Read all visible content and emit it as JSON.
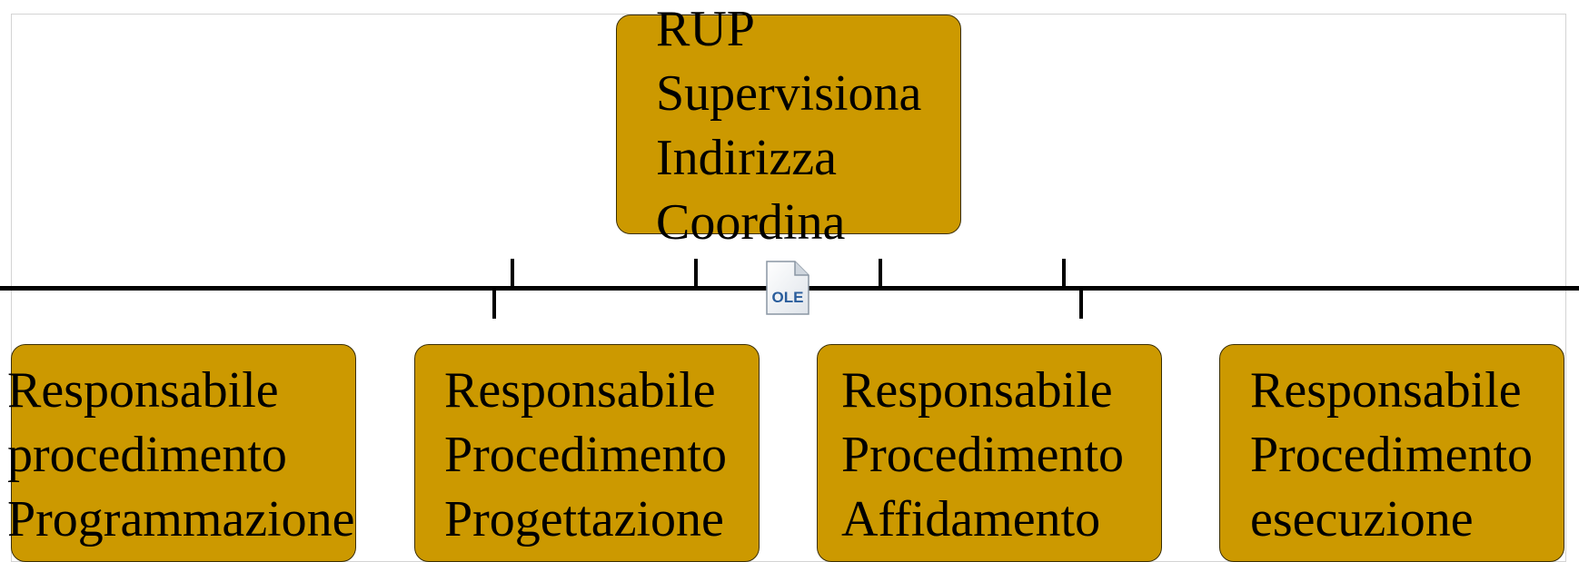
{
  "diagram": {
    "root": {
      "lines": [
        "RUP",
        "Supervisiona",
        "Indirizza",
        "Coordina"
      ]
    },
    "children": [
      {
        "lines": [
          "Responsabile",
          "procedimento",
          "Programmazione"
        ]
      },
      {
        "lines": [
          "Responsabile",
          "Procedimento",
          "Progettazione"
        ]
      },
      {
        "lines": [
          "Responsabile",
          "Procedimento",
          "Affidamento"
        ]
      },
      {
        "lines": [
          "Responsabile",
          "Procedimento",
          "esecuzione"
        ]
      }
    ],
    "ole_icon": {
      "icon": "ole-object-icon",
      "label": "OLE"
    },
    "colors": {
      "box_fill": "#cc9900",
      "box_border": "#3a2e00",
      "connector": "#000000"
    }
  }
}
